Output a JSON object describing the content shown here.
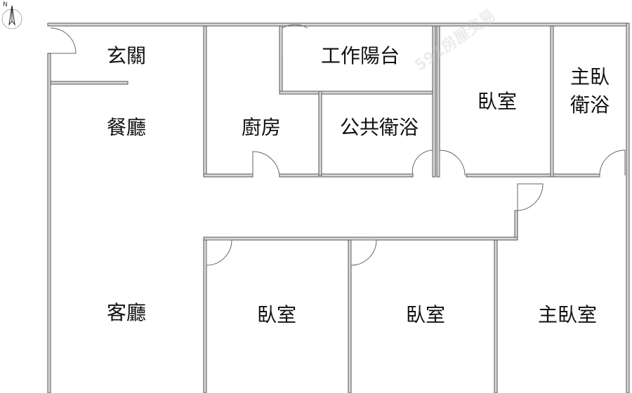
{
  "compass": {
    "label": "N"
  },
  "watermark": "591房屋交易",
  "rooms": {
    "entry": "玄關",
    "dining": "餐廳",
    "kitchen": "廚房",
    "balcony": "工作陽台",
    "public_bath": "公共衛浴",
    "bedroom_top": "臥室",
    "master_bath_1": "主臥",
    "master_bath_2": "衛浴",
    "living": "客廳",
    "bedroom_1": "臥室",
    "bedroom_2": "臥室",
    "master_bedroom": "主臥室"
  }
}
